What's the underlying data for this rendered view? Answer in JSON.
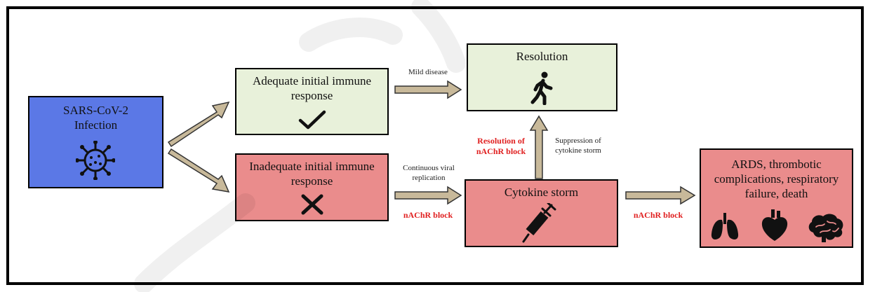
{
  "boxes": {
    "infection": "SARS-CoV-2 Infection",
    "adequate": "Adequate initial immune response",
    "inadequate": "Inadequate initial immune response",
    "resolution": "Resolution",
    "cytokine": "Cytokine storm",
    "outcome": "ARDS, thrombotic complications, respiratory failure, death"
  },
  "edge_labels": {
    "mild": "Mild disease",
    "continuous": "Continuous viral replication",
    "suppression": "Suppression of cytokine storm"
  },
  "red_labels": {
    "resolution_block": "Resolution of nAChR block",
    "nachr_block_1": "nAChR block",
    "nachr_block_2": "nAChR block"
  },
  "colors": {
    "infection_fill": "#5b78e6",
    "adequate_fill": "#e8f1da",
    "inadequate_fill": "#ea8c8c",
    "arrow_fill": "#c8b99a",
    "red_text": "#e02020"
  },
  "icons": [
    "virus-icon",
    "checkmark-icon",
    "cross-icon",
    "walking-person-icon",
    "syringe-icon",
    "lungs-icon",
    "heart-icon",
    "brain-icon"
  ]
}
